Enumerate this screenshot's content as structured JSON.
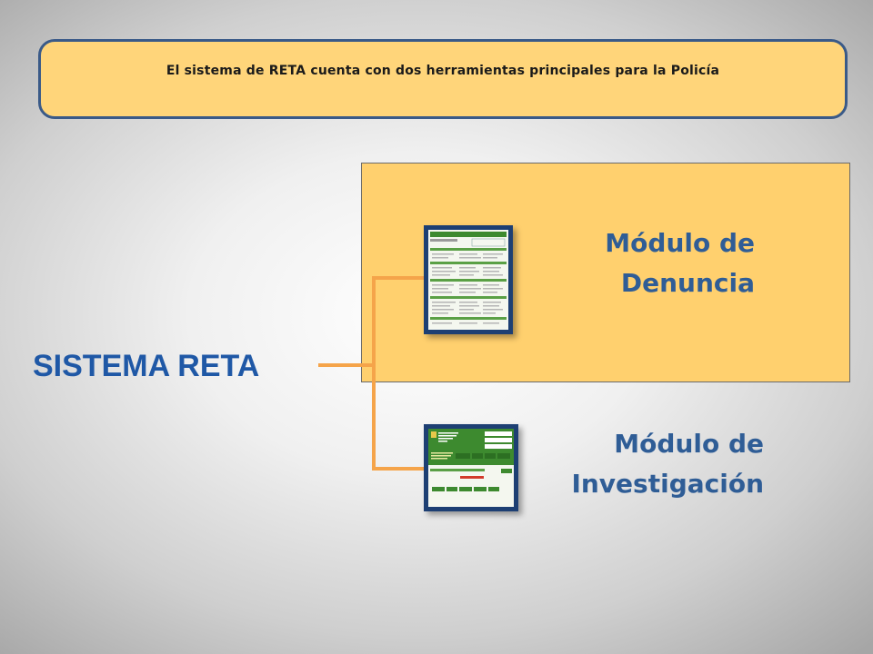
{
  "banner": {
    "text": "El sistema de RETA cuenta con dos herramientas principales para la Policía"
  },
  "system": {
    "label": "SISTEMA RETA"
  },
  "modules": [
    {
      "line1": "Módulo de",
      "line2": "Denuncia"
    },
    {
      "line1": "Módulo de",
      "line2": "Investigación"
    }
  ],
  "colors": {
    "banner_fill": "#ffd57a",
    "banner_border": "#3a5a88",
    "panel_fill": "#ffd06e",
    "system_label": "#1f58a6",
    "module_label": "#2f5d96",
    "connector": "#f5a44a",
    "thumb_frame": "#1d3f73",
    "form_green": "#3d8a2f"
  }
}
